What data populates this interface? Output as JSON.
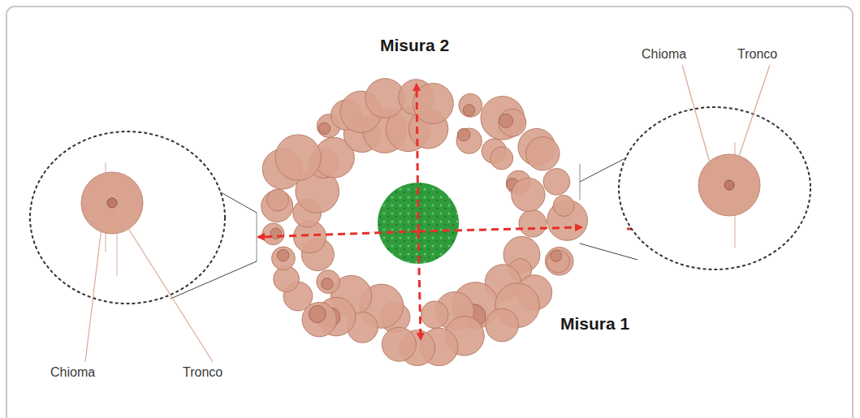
{
  "diagram": {
    "labels": [
      "Misura 2",
      "Chioma",
      "Tronco",
      "Misura 1",
      "Chioma",
      "Tronco"
    ]
  }
}
